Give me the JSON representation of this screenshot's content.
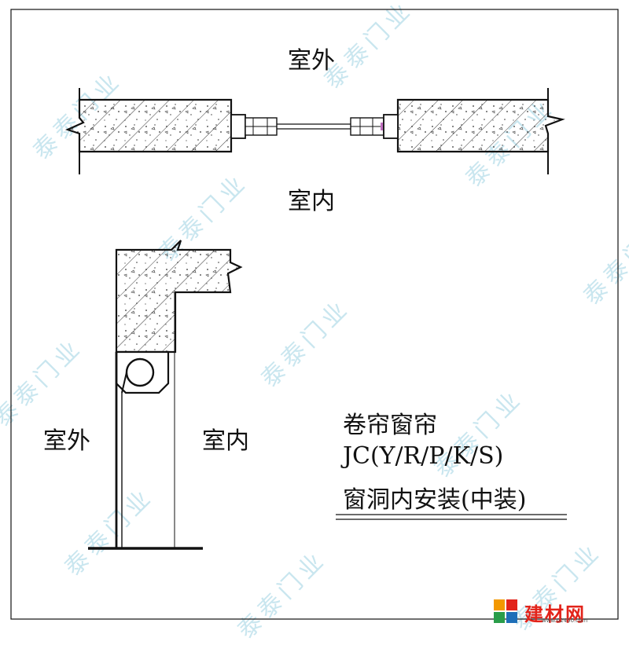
{
  "labels": {
    "top_outside": "室外",
    "top_inside": "室内",
    "side_outside": "室外",
    "side_inside": "室内"
  },
  "title": {
    "line1": "卷帘窗帘",
    "line2": "JC(Y/R/P/K/S)",
    "line3": "窗洞内安装(中装)"
  },
  "watermark": "泰泰门业",
  "logo": {
    "text": "建材网",
    "url": "www.02450.com"
  },
  "colors": {
    "line": "#111111",
    "watermark": "#c9e6ef",
    "logo": "#e2231a"
  }
}
